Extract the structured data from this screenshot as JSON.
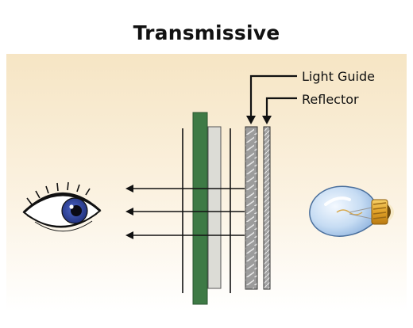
{
  "diagram": {
    "title": "Transmissive",
    "labels": {
      "light_guide": "Light Guide",
      "reflector": "Reflector"
    },
    "colors": {
      "background_top": "#f6e6c6",
      "background_bottom": "#ffffff",
      "color_filter": "#3e7a45",
      "diffuser": "#dcdcd6",
      "light_guide": "#9a9a9a",
      "iris": "#2c3f9a",
      "bulb_glass": "#b8d2ee",
      "bulb_base": "#e6a92a",
      "line": "#111111"
    },
    "icons": [
      "eye-icon",
      "light-bulb-icon"
    ]
  }
}
